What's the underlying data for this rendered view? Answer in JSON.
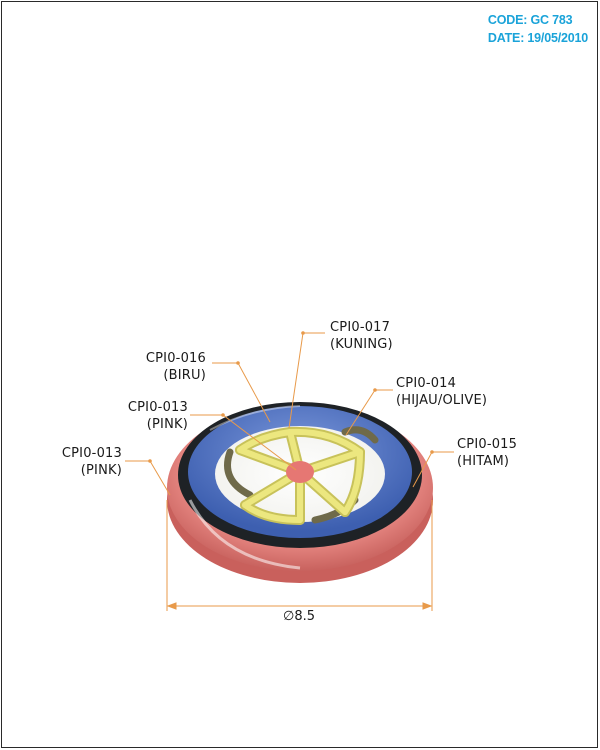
{
  "header": {
    "code": "CODE: GC 783",
    "date": "DATE: 19/05/2010"
  },
  "colors": {
    "accent": "#1aa3d9",
    "leader": "#e89a4a",
    "pink_rim": "#e98a85",
    "blue_ring": "#4f74c6",
    "black_ring": "#1e2226",
    "yellow_spokes": "#e8e37e",
    "olive": "#6f6a4a"
  },
  "labels": {
    "c017": {
      "code": "CPI0-017",
      "color": "(KUNING)"
    },
    "c016": {
      "code": "CPI0-016",
      "color": "(BIRU)"
    },
    "c014": {
      "code": "CPI0-014",
      "color": "(HIJAU/OLIVE)"
    },
    "c013a": {
      "code": "CPI0-013",
      "color": "(PINK)"
    },
    "c013b": {
      "code": "CPI0-013",
      "color": "(PINK)"
    },
    "c015": {
      "code": "CPI0-015",
      "color": "(HITAM)"
    }
  },
  "dimension": {
    "diameter": "∅8.5"
  }
}
